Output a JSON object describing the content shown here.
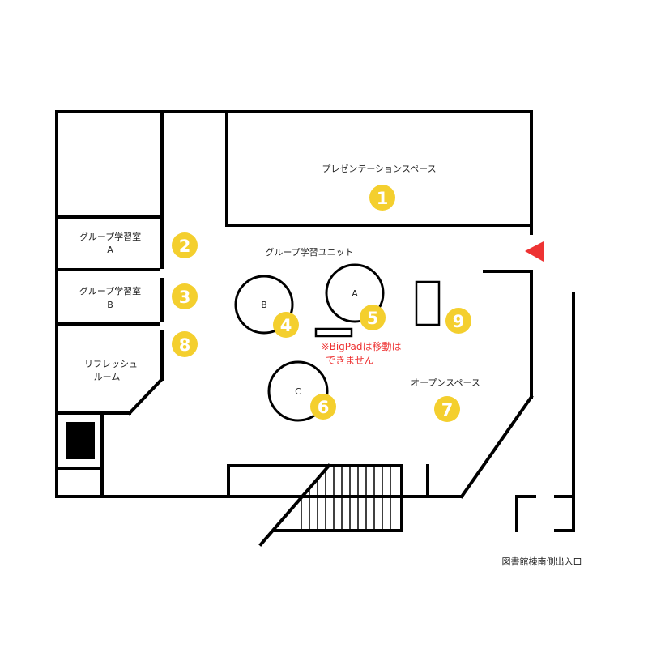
{
  "rooms": {
    "presentation_space": "プレゼンテーションスペース",
    "group_room_a_line1": "グループ学習室",
    "group_room_a_line2": "A",
    "group_room_b_line1": "グループ学習室",
    "group_room_b_line2": "B",
    "refresh_room_line1": "リフレッシュ",
    "refresh_room_line2": "ルーム",
    "group_unit": "グループ学習ユニット",
    "open_space": "オープンスペース",
    "entrance": "図書館棟南側出入口"
  },
  "tables": {
    "a": "A",
    "b": "B",
    "c": "C"
  },
  "notice": {
    "line1": "※BigPadは移動は",
    "line2": "できません",
    "color": "#ee3333"
  },
  "badges": {
    "color": "#f4cf2e",
    "b1": "1",
    "b2": "2",
    "b3": "3",
    "b4": "4",
    "b5": "5",
    "b6": "6",
    "b7": "7",
    "b8": "8",
    "b9": "9"
  },
  "entrance_marker_color": "#ee3333"
}
